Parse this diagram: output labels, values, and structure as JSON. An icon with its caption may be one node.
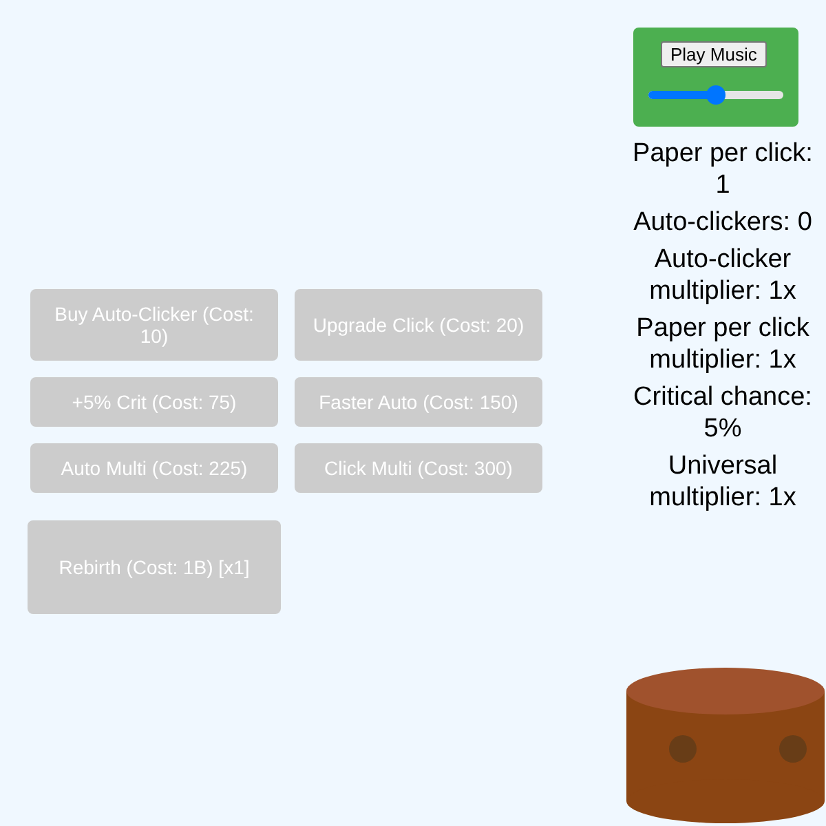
{
  "diagram": {
    "nodes": [
      {
        "text": [
          "Buy Auto-Clicker (Cost: 10)"
        ]
      },
      {
        "text": [
          "Upgrade Click (Cost: 20)"
        ]
      },
      {
        "text": [
          "+5% Crit (Cost: 75)"
        ]
      },
      {
        "text": [
          "Faster Auto (Cost: 150)"
        ]
      },
      {
        "text": [
          "Auto Multi (Cost: 225)"
        ]
      },
      {
        "text": [
          "Click Multi (Cost: 300)"
        ]
      },
      {
        "text": [
          "Rebirth (Cost: 1B) [x1]"
        ]
      },
      {
        "text": [],
        "shape": "box"
      },
      {
        "text": [
          "Play Music"
        ],
        "in": 7
      }
    ],
    "labels": [
      "Paper per click: 1",
      "Auto-clickers: 0",
      "Auto-clicker multiplier: 1x",
      "Paper per click multiplier: 1x",
      "Critical chance: 5%",
      "Universal multiplier: 1x"
    ]
  }
}
